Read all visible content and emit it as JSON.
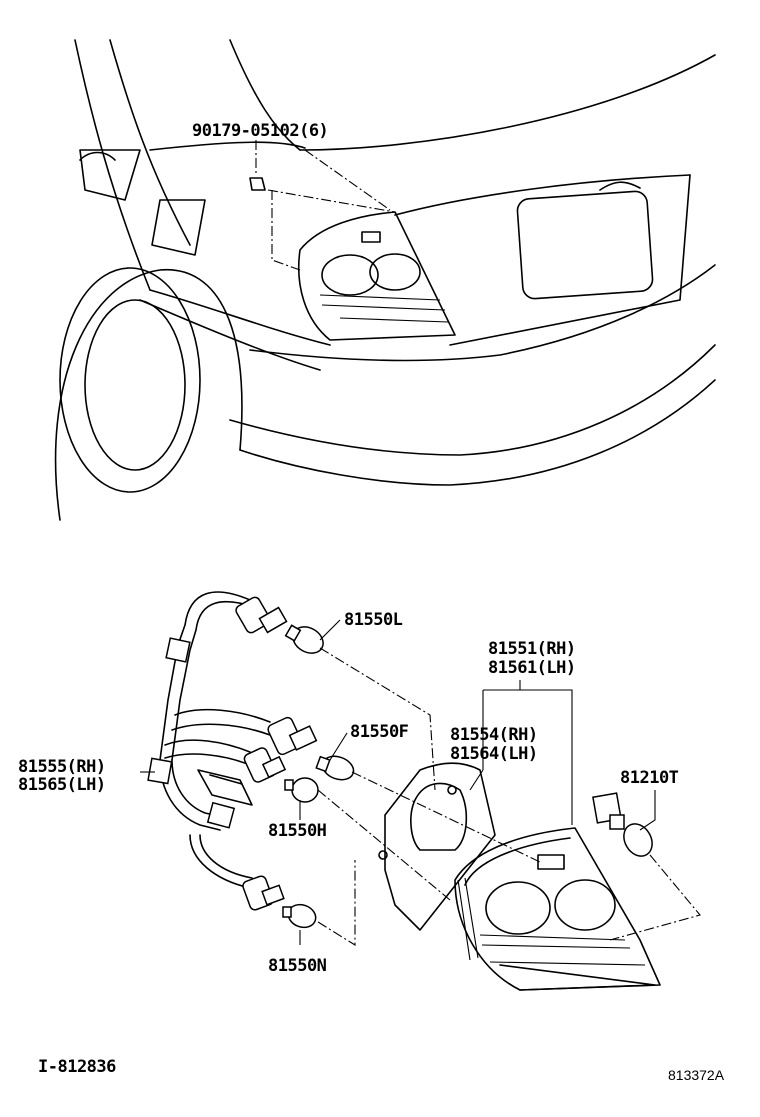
{
  "figure": {
    "top_view": "rear quarter of vehicle showing tail lamp location",
    "parts": {
      "clip": "90179-05102(6)",
      "bulb_l": "81550L",
      "lens_rh": "81551(RH)",
      "lens_lh": "81561(LH)",
      "gasket_rh": "81554(RH)",
      "gasket_lh": "81564(LH)",
      "bulb_f": "81550F",
      "socket_rh": "81555(RH)",
      "socket_lh": "81565(LH)",
      "bulb_t": "81210T",
      "bulb_h": "81550H",
      "bulb_n": "81550N"
    },
    "ref_left": "I-812836",
    "ref_right": "813372A"
  }
}
